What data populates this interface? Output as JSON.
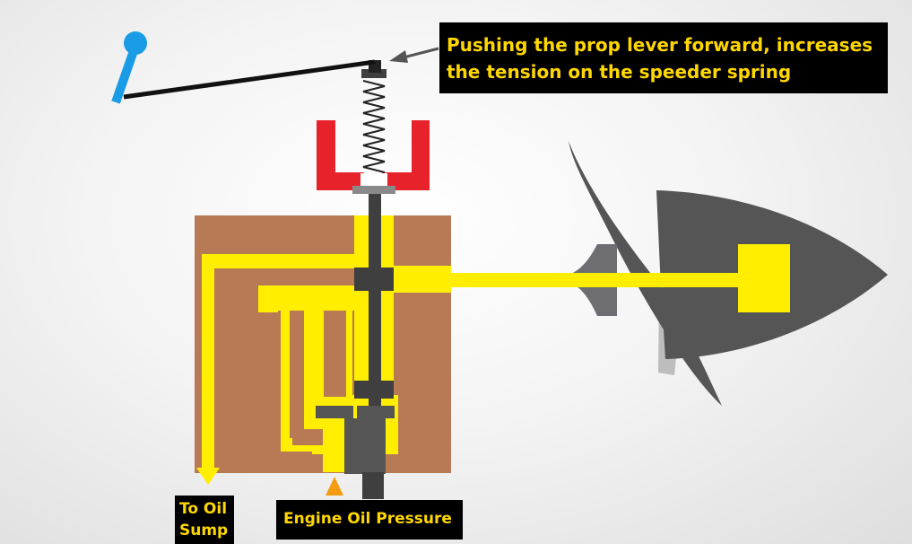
{
  "labels": {
    "callout": {
      "line1": "Pushing the prop lever forward, increases",
      "line2": "the tension on the speeder spring"
    },
    "oil_sump": {
      "line1": "To Oil",
      "line2": "Sump"
    },
    "engine_oil_pressure": "Engine Oil Pressure"
  },
  "colors": {
    "oil": "#ffee00",
    "housing": "#b87a55",
    "flyweights": "#e8222a",
    "lever": "#1a9be6",
    "spool": "#3f3f3f",
    "prop": "#555555",
    "label_text": "#ffd700",
    "label_background": "#000000",
    "pressure_arrow": "#f39c12"
  }
}
